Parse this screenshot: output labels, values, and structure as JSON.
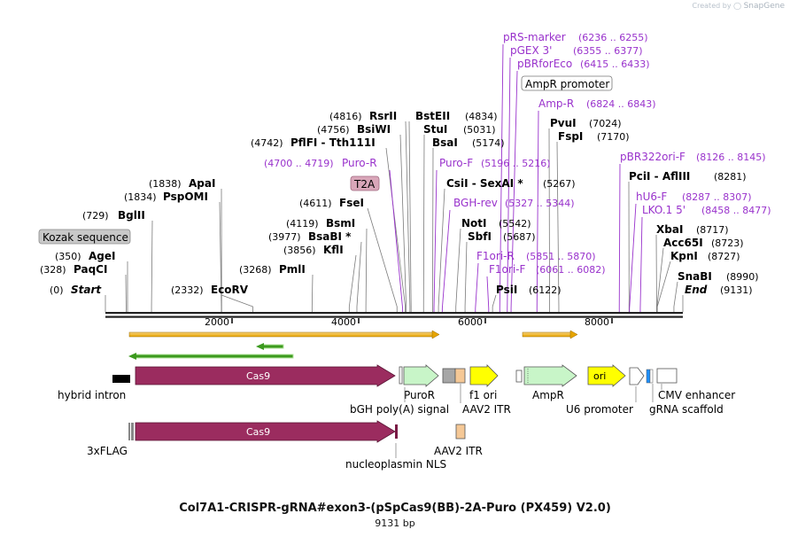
{
  "header": {
    "watermark_prefix": "Created by",
    "watermark_brand": "SnapGene"
  },
  "plasmid": {
    "name": "Col7A1-CRISPR-gRNA#exon3-(pSpCas9(BB)-2A-Puro (PX459) V2.0)",
    "size_label": "9131 bp",
    "length": 9131
  },
  "ruler": {
    "ticks": [
      "2000",
      "4000",
      "6000",
      "8000"
    ]
  },
  "colors": {
    "cas9": "#9b2c5f",
    "puror": "#c8f5c8",
    "ampr": "#c8f5c8",
    "ori": "#ffff00",
    "f1ori": "#ffff00",
    "itr": "#f5c896",
    "polyA": "#a6a6a6",
    "grna": "#1e90ff",
    "orf": "#e6a400",
    "orf_rev": "#3c9a1e",
    "feature_label": "#8a2be2",
    "enzyme": "#000000"
  },
  "enzymes": [
    {
      "name": "Start",
      "pos": "(0)",
      "italic": true
    },
    {
      "name": "PaqCI",
      "pos": "(328)"
    },
    {
      "name": "AgeI",
      "pos": "(350)"
    },
    {
      "name": "BglII",
      "pos": "(729)"
    },
    {
      "name": "PspOMI",
      "pos": "(1834)"
    },
    {
      "name": "ApaI",
      "pos": "(1838)"
    },
    {
      "name": "EcoRV",
      "pos": "(2332)"
    },
    {
      "name": "PmlI",
      "pos": "(3268)"
    },
    {
      "name": "KflI",
      "pos": "(3856)"
    },
    {
      "name": "BsaBI *",
      "pos": "(3977)"
    },
    {
      "name": "BsmI",
      "pos": "(4119)"
    },
    {
      "name": "FseI",
      "pos": "(4611)"
    },
    {
      "name": "PflFI - Tth111I",
      "pos": "(4742)"
    },
    {
      "name": "BsiWI",
      "pos": "(4756)"
    },
    {
      "name": "RsrII",
      "pos": "(4816)"
    },
    {
      "name": "BstEII",
      "pos": "(4834)"
    },
    {
      "name": "StuI",
      "pos": "(5031)"
    },
    {
      "name": "BsaI",
      "pos": "(5174)"
    },
    {
      "name": "CsiI - SexAI *",
      "pos": "(5267)"
    },
    {
      "name": "NotI",
      "pos": "(5542)"
    },
    {
      "name": "SbfI",
      "pos": "(5687)"
    },
    {
      "name": "PsiI",
      "pos": "(6122)"
    },
    {
      "name": "PvuI",
      "pos": "(7024)"
    },
    {
      "name": "FspI",
      "pos": "(7170)"
    },
    {
      "name": "PciI - AflIII",
      "pos": "(8281)"
    },
    {
      "name": "XbaI",
      "pos": "(8717)"
    },
    {
      "name": "Acc65I",
      "pos": "(8723)"
    },
    {
      "name": "KpnI",
      "pos": "(8727)"
    },
    {
      "name": "SnaBI",
      "pos": "(8990)"
    },
    {
      "name": "End",
      "pos": "(9131)",
      "italic": true
    }
  ],
  "primers": [
    {
      "name": "Puro-R",
      "range": "(4700 .. 4719)"
    },
    {
      "name": "Puro-F",
      "range": "(5196 .. 5216)"
    },
    {
      "name": "BGH-rev",
      "range": "(5327 .. 5344)"
    },
    {
      "name": "F1ori-R",
      "range": "(5851 .. 5870)"
    },
    {
      "name": "F1ori-F",
      "range": "(6061 .. 6082)"
    },
    {
      "name": "pRS-marker",
      "range": "(6236 .. 6255)"
    },
    {
      "name": "pGEX 3'",
      "range": "(6355 .. 6377)"
    },
    {
      "name": "pBRforEco",
      "range": "(6415 .. 6433)"
    },
    {
      "name": "Amp-R",
      "range": "(6824 .. 6843)"
    },
    {
      "name": "pBR322ori-F",
      "range": "(8126 .. 8145)"
    },
    {
      "name": "hU6-F",
      "range": "(8287 .. 8307)"
    },
    {
      "name": "LKO.1 5'",
      "range": "(8458 .. 8477)"
    }
  ],
  "boxed_labels": {
    "kozak": "Kozak sequence",
    "t2a": "T2A",
    "ampr_promoter": "AmpR promoter"
  },
  "features": {
    "cas9_label": "Cas9",
    "ori_label": "ori",
    "row1_labels": [
      "hybrid intron",
      "PuroR",
      "f1 ori",
      "AmpR",
      "CMV enhancer"
    ],
    "row2_labels": [
      "bGH poly(A) signal",
      "AAV2 ITR",
      "U6 promoter",
      "gRNA scaffold"
    ],
    "row3_labels": [
      "3xFLAG",
      "AAV2 ITR"
    ],
    "row4_labels": [
      "nucleoplasmin NLS"
    ]
  }
}
